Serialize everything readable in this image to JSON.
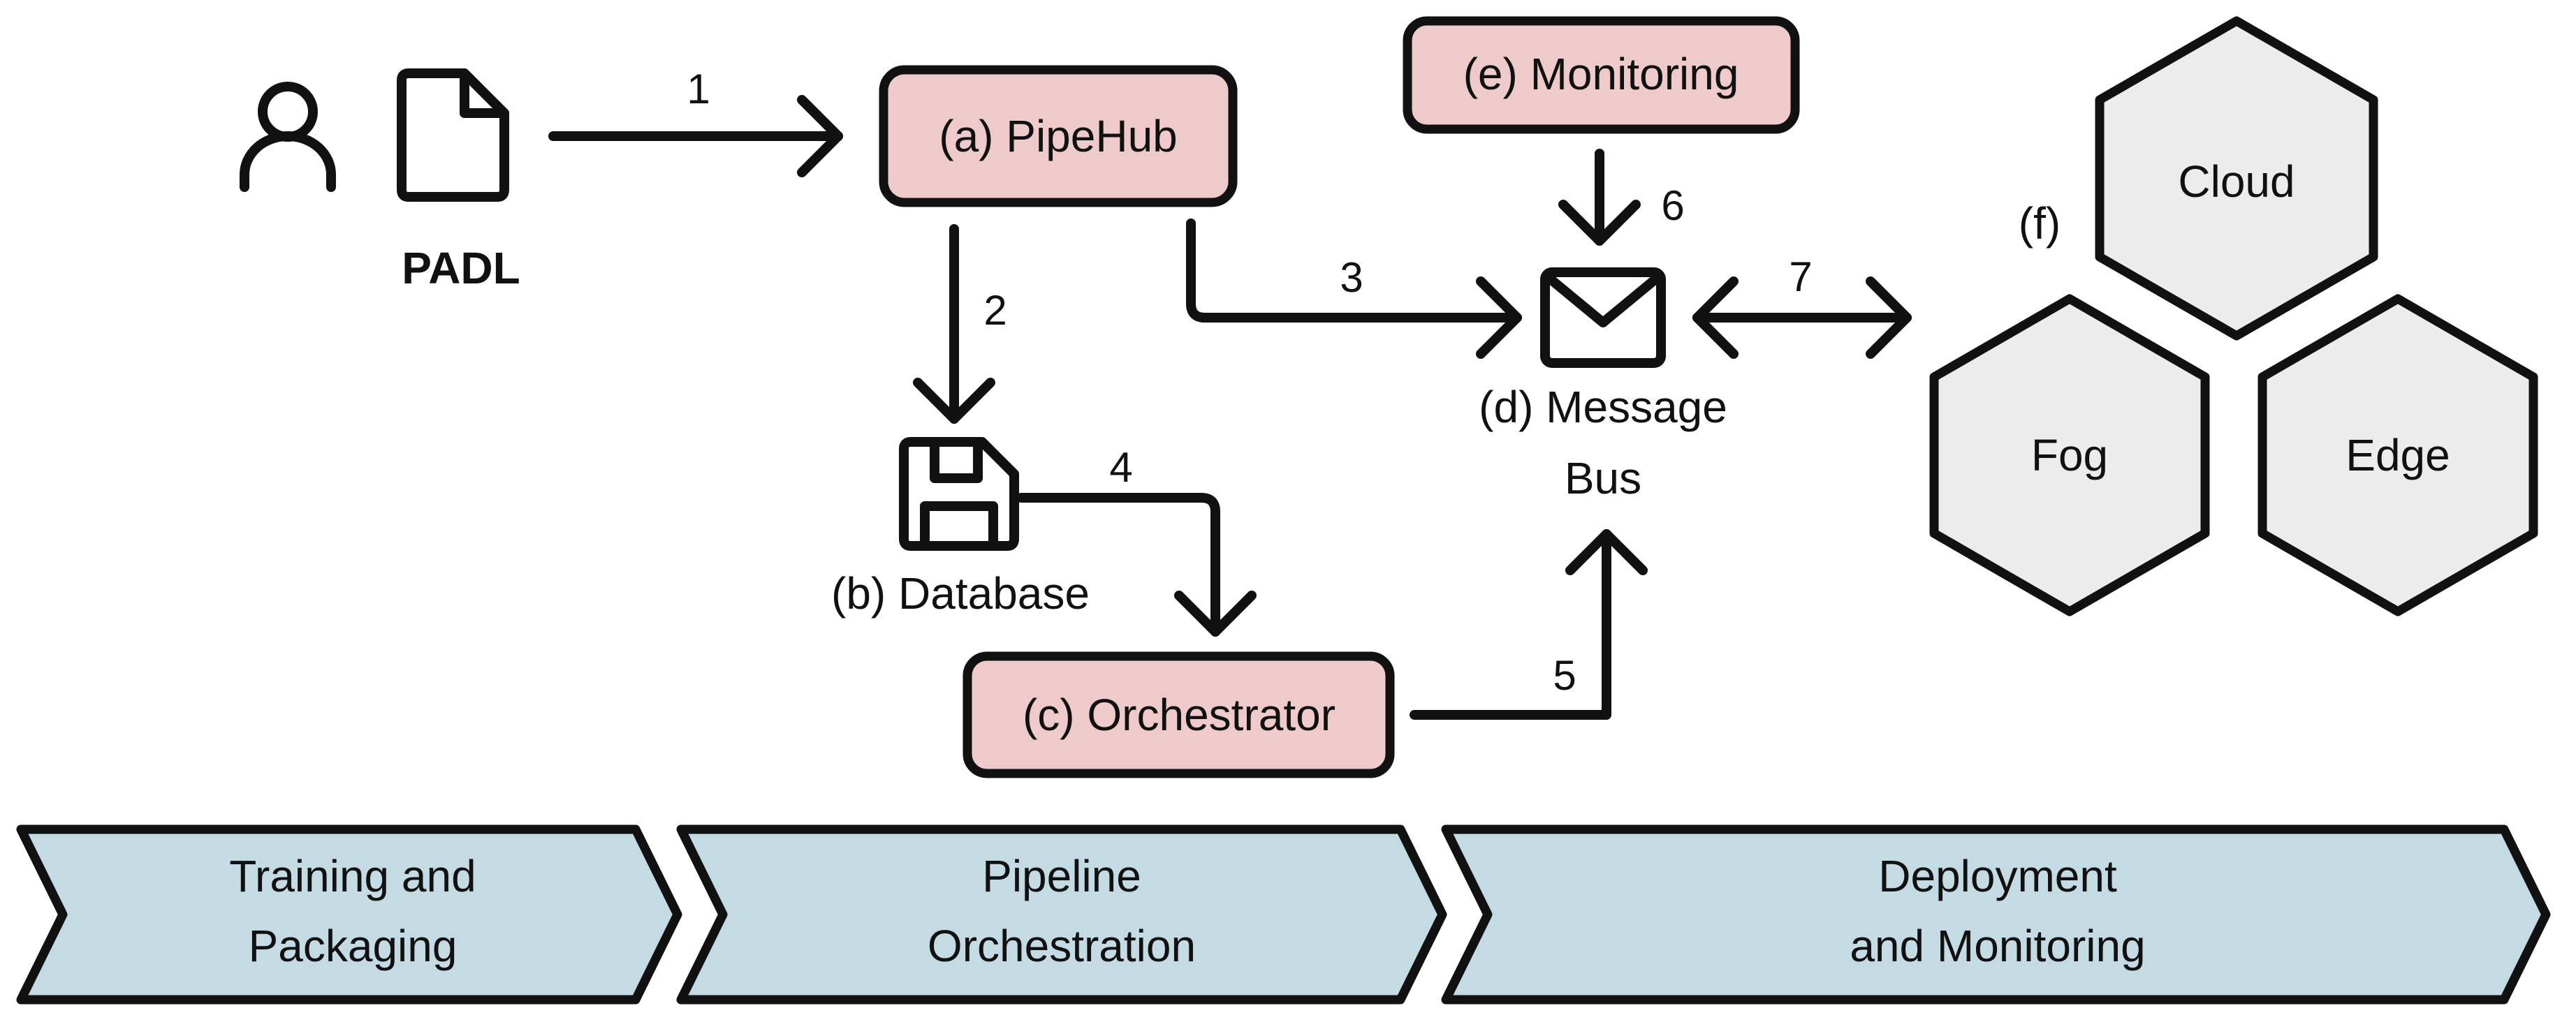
{
  "colors": {
    "stroke": "#111111",
    "component_fill": "#efcaca",
    "node_fill": "#ececec",
    "phase_fill": "#c5dbe3",
    "background": "#ffffff"
  },
  "icons": {
    "user": "user-icon",
    "file": "file-icon",
    "database": "floppy-disk-icon",
    "message": "envelope-icon"
  },
  "input": {
    "file_label": "PADL"
  },
  "components": {
    "pipehub": "(a) PipeHub",
    "database": "(b) Database",
    "orchestrator": "(c) Orchestrator",
    "message_bus_line1": "(d) Message",
    "message_bus_line2": "Bus",
    "monitoring": "(e) Monitoring"
  },
  "infrastructure": {
    "label": "(f)",
    "nodes": [
      "Cloud",
      "Fog",
      "Edge"
    ]
  },
  "flows": [
    "1",
    "2",
    "3",
    "4",
    "5",
    "6",
    "7"
  ],
  "phases": [
    {
      "line1": "Training and",
      "line2": "Packaging"
    },
    {
      "line1": "Pipeline",
      "line2": "Orchestration"
    },
    {
      "line1": "Deployment",
      "line2": "and Monitoring"
    }
  ]
}
